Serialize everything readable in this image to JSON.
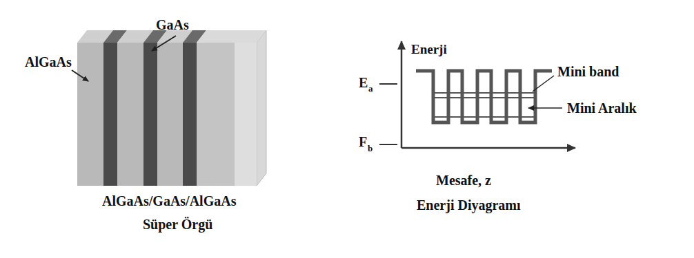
{
  "diagram": {
    "labels": [
      "GaAs",
      "AlGaAs",
      "AlGaAs/GaAs/AlGaAs",
      "Süper Örgü",
      "Enerji",
      "E",
      "a",
      "Mini band",
      "Mini Aralık",
      "F",
      "b",
      "Mesafe, z",
      "Enerji Diyagramı"
    ]
  }
}
